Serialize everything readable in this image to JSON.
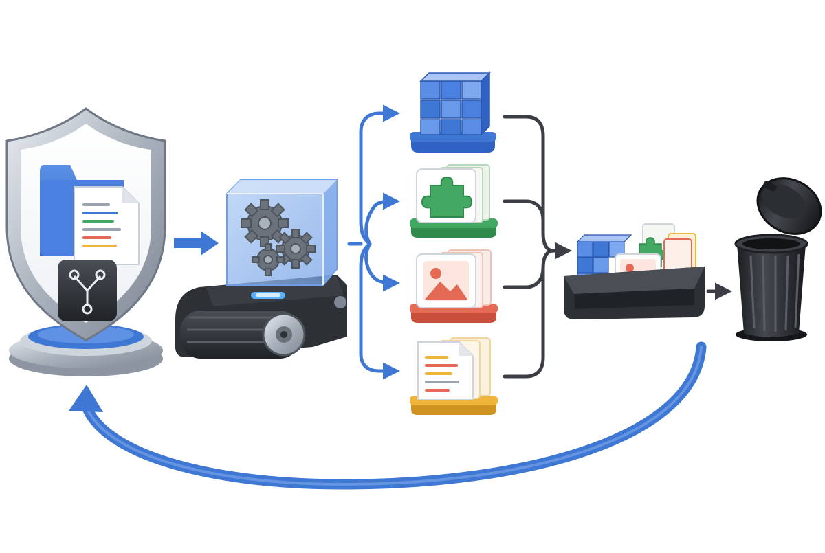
{
  "colors": {
    "accent_blue": "#3f78d4",
    "connector_dark": "#3b3f45",
    "shield_gray": "#9aa2ad",
    "green_tile": "#43a861",
    "red_tile": "#e46a55",
    "yellow_tile": "#efb43a",
    "bin_black": "#25272b",
    "glass_blue": "#8fb6ee"
  },
  "nodes": [
    {
      "id": "protected-repository",
      "icons": [
        "shield-icon",
        "folder-icon",
        "document-icon",
        "branch-icon"
      ]
    },
    {
      "id": "processing-machine",
      "icons": [
        "glass-case-icon",
        "gear-icon",
        "conveyor-icon"
      ]
    },
    {
      "id": "artifact-blocks",
      "icons": [
        "cube-grid-icon"
      ]
    },
    {
      "id": "artifact-plugins",
      "icons": [
        "puzzle-icon"
      ]
    },
    {
      "id": "artifact-images",
      "icons": [
        "image-icon"
      ]
    },
    {
      "id": "artifact-documents",
      "icons": [
        "document-icon"
      ]
    },
    {
      "id": "collected-tray",
      "icons": [
        "tray-icon"
      ]
    },
    {
      "id": "trash-bin",
      "icons": [
        "trash-icon"
      ]
    }
  ],
  "edges": [
    {
      "from": "protected-repository",
      "to": "processing-machine",
      "style": "blue-arrow"
    },
    {
      "from": "processing-machine",
      "to": [
        "artifact-blocks",
        "artifact-plugins",
        "artifact-images",
        "artifact-documents"
      ],
      "style": "blue-branch"
    },
    {
      "from": [
        "artifact-blocks",
        "artifact-plugins",
        "artifact-images",
        "artifact-documents"
      ],
      "to": "collected-tray",
      "style": "dark-merge"
    },
    {
      "from": "collected-tray",
      "to": "trash-bin",
      "style": "dark-arrow"
    },
    {
      "from": "trash-bin",
      "to": "protected-repository",
      "style": "blue-return-arc"
    }
  ]
}
